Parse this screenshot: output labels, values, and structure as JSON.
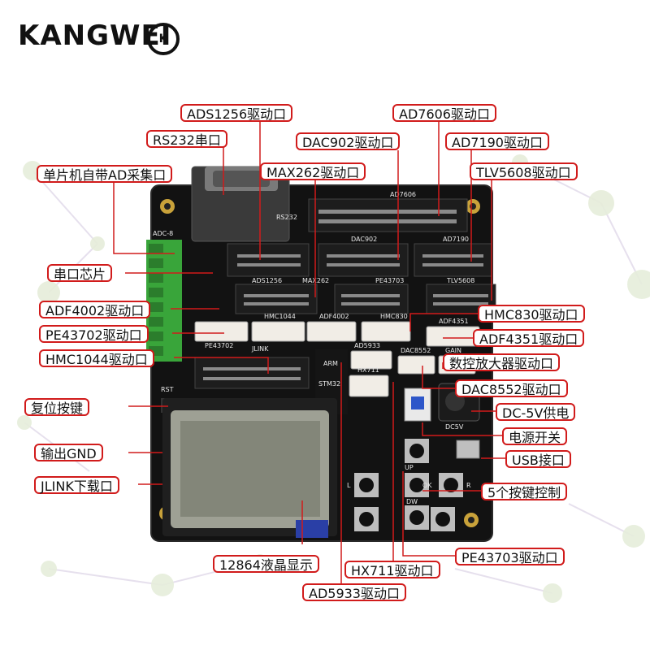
{
  "brand": {
    "logo_text": "KANGWEI",
    "badge_text": "K"
  },
  "callouts": [
    {
      "id": "ads1256",
      "label": "ADS1256驱动口"
    },
    {
      "id": "rs232",
      "label": "RS232串口"
    },
    {
      "id": "mcu-ad",
      "label": "单片机自带AD采集口"
    },
    {
      "id": "dac902",
      "label": "DAC902驱动口"
    },
    {
      "id": "max262",
      "label": "MAX262驱动口"
    },
    {
      "id": "ad7606",
      "label": "AD7606驱动口"
    },
    {
      "id": "ad7190",
      "label": "AD7190驱动口"
    },
    {
      "id": "tlv5608",
      "label": "TLV5608驱动口"
    },
    {
      "id": "uart-chip",
      "label": "串口芯片"
    },
    {
      "id": "adf4002",
      "label": "ADF4002驱动口"
    },
    {
      "id": "pe43702",
      "label": "PE43702驱动口"
    },
    {
      "id": "hmc1044",
      "label": "HMC1044驱动口"
    },
    {
      "id": "hmc830",
      "label": "HMC830驱动口"
    },
    {
      "id": "adf4351",
      "label": "ADF4351驱动口"
    },
    {
      "id": "amp",
      "label": "数控放大器驱动口"
    },
    {
      "id": "dac8552",
      "label": "DAC8552驱动口"
    },
    {
      "id": "reset",
      "label": "复位按键"
    },
    {
      "id": "dc5v",
      "label": "DC-5V供电"
    },
    {
      "id": "power",
      "label": "电源开关"
    },
    {
      "id": "gnd",
      "label": "输出GND"
    },
    {
      "id": "usb",
      "label": "USB接口"
    },
    {
      "id": "jlink",
      "label": "JLINK下载口"
    },
    {
      "id": "keys",
      "label": "5个按键控制"
    },
    {
      "id": "lcd",
      "label": "12864液晶显示"
    },
    {
      "id": "hx711",
      "label": "HX711驱动口"
    },
    {
      "id": "pe43703",
      "label": "PE43703驱动口"
    },
    {
      "id": "ad5933",
      "label": "AD5933驱动口"
    }
  ],
  "silkscreen": {
    "adc": "ADC-8",
    "ad7606": "AD7606",
    "dac902": "DAC902",
    "ad7190": "AD7190",
    "ads1256": "ADS1256",
    "max262": "MAX262",
    "pe43703": "PE43703",
    "tlv5608": "TLV5608",
    "hmc1044": "HMC1044",
    "adf4002": "ADF4002",
    "hmc830": "HMC830",
    "adf4351": "ADF4351",
    "pe43702": "PE43702",
    "jlink": "JLINK",
    "ad5933": "AD5933",
    "dac8552": "DAC8552",
    "gain": "GAIN",
    "hx711": "HX711",
    "stm32": "STM32",
    "arm": "ARM",
    "rst": "RST",
    "dc5v": "DC5V",
    "up": "UP",
    "ok": "OK",
    "dw": "DW",
    "l": "L",
    "r": "R",
    "rs232": "RS232"
  },
  "colors": {
    "callout_border": "#d11b1b",
    "pcb": "#111111",
    "terminal": "#3aa63a",
    "connector": "#f1ede6"
  }
}
